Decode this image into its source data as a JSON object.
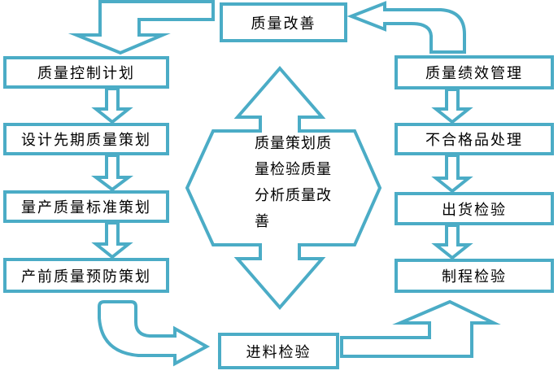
{
  "colors": {
    "accent": "#4BACC6",
    "box_fill": "#FFFFFF",
    "text": "#000000",
    "background": "#FFFFFF"
  },
  "nodes": {
    "top": {
      "label": "质量改善"
    },
    "bottom": {
      "label": "进料检验"
    },
    "left": [
      {
        "label": "质量控制计划"
      },
      {
        "label": "设计先期质量策划"
      },
      {
        "label": "量产质量标准策划"
      },
      {
        "label": "产前质量预防策划"
      }
    ],
    "right": [
      {
        "label": "质量绩效管理"
      },
      {
        "label": "不合格品处理"
      },
      {
        "label": "出货检验"
      },
      {
        "label": "制程检验"
      }
    ]
  },
  "center": {
    "text": "质量策划质量检验质量分析质量改善",
    "lines": [
      "质量策划质",
      "量检验质量",
      "分析质量改",
      "善"
    ]
  }
}
